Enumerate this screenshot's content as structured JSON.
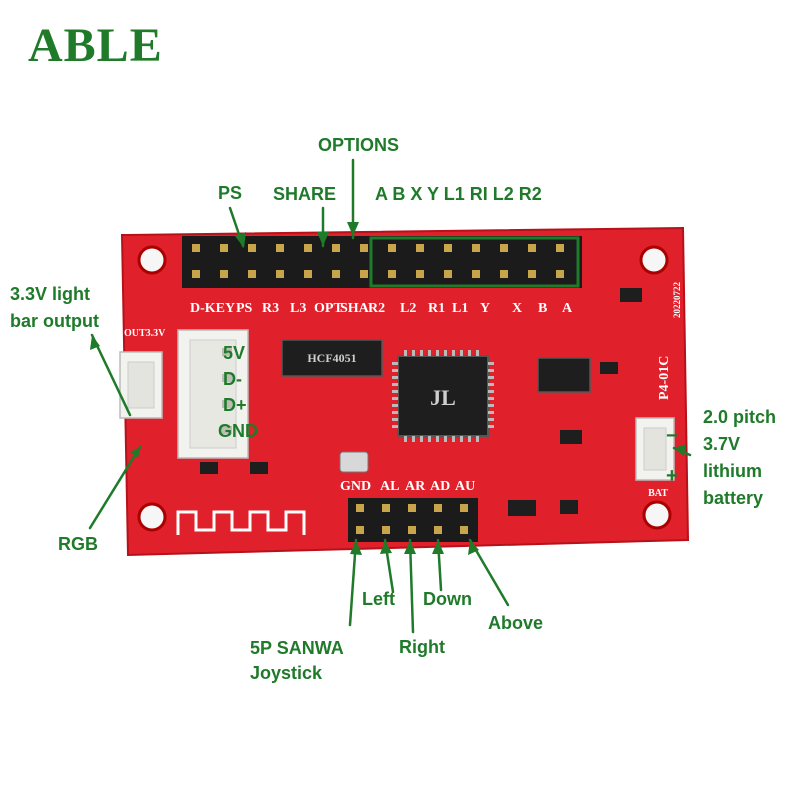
{
  "brand": "ABLE",
  "labels": {
    "options": "OPTIONS",
    "ps": "PS",
    "share": "SHARE",
    "buttons": "A B X Y L1 RI L2 R2",
    "light_bar_line1": "3.3V light",
    "light_bar_line2": "bar output",
    "rgb": "RGB",
    "usb_5v": "5V",
    "usb_dminus": "D-",
    "usb_dplus": "D+",
    "usb_gnd": "GND",
    "battery_line1": "2.0 pitch",
    "battery_line2": "3.7V",
    "battery_line3": "lithium",
    "battery_line4": "battery",
    "left": "Left",
    "down": "Down",
    "right": "Right",
    "above": "Above",
    "sanwa_line1": "5P SANWA",
    "sanwa_line2": "Joystick"
  },
  "board": {
    "top_header_silk": [
      "D-KEY",
      "PS",
      "R3",
      "L3",
      "OPT",
      "SHA",
      "R2",
      "L2",
      "R1",
      "L1",
      "Y",
      "X",
      "B",
      "A"
    ],
    "joystick_silk": [
      "GND",
      "AL",
      "AR",
      "AD",
      "AU"
    ],
    "chip_main": "JL",
    "chip_mux": "HCF4051",
    "version": "P4-01C",
    "date": "20220722",
    "left_silk": "OUT3.3V",
    "battery_silk": "BAT"
  },
  "colors": {
    "board": "#e0202a",
    "accent_green": "#1f7a2a",
    "header_black": "#1b1b1b",
    "connector_white": "#f2f2ef"
  }
}
